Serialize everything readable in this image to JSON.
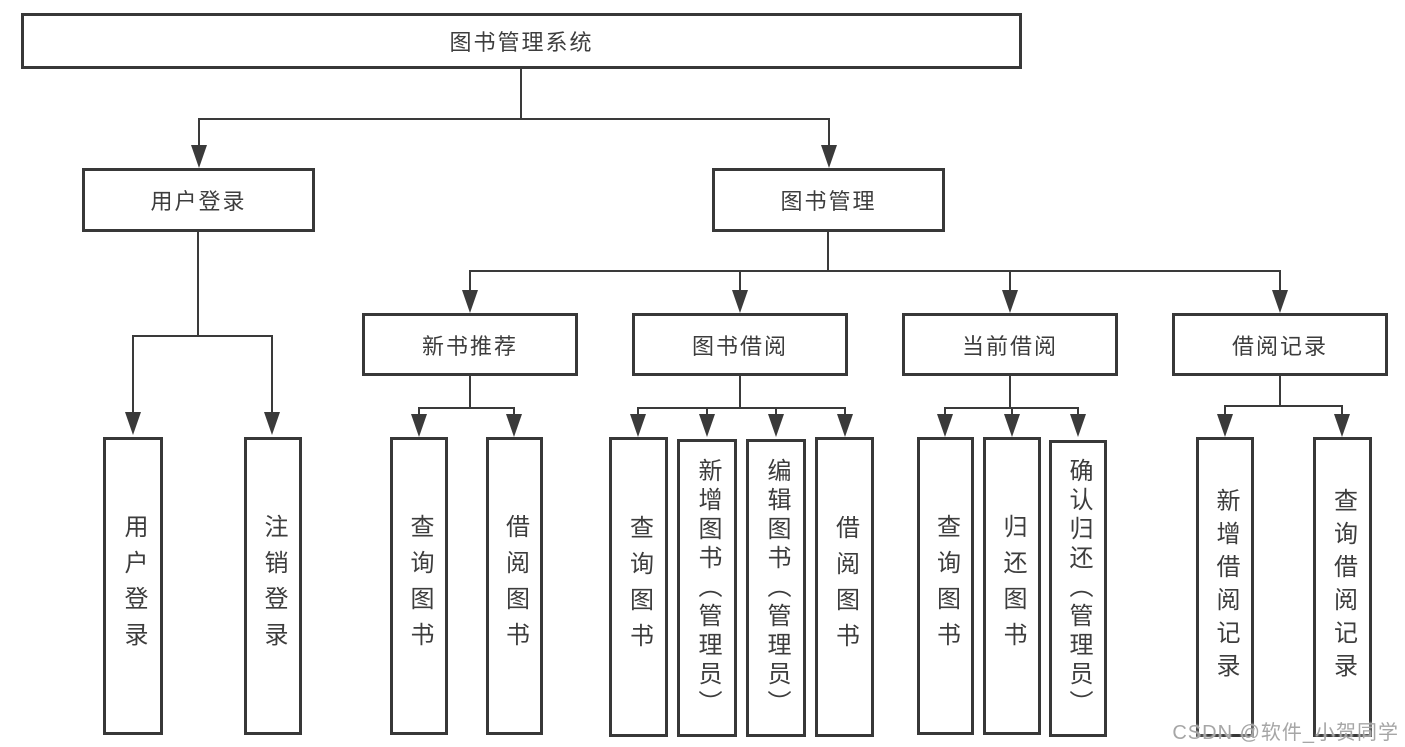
{
  "diagram": {
    "type": "tree",
    "nodes": {
      "root": "图书管理系统",
      "user_login": "用户登录",
      "book_management": "图书管理",
      "new_book_recommend": "新书推荐",
      "book_borrowing": "图书借阅",
      "current_borrowing": "当前借阅",
      "borrowing_records": "借阅记录",
      "leaf_user_login": "用户登录",
      "leaf_logout": "注销登录",
      "leaf_rec_query_books": "查询图书",
      "leaf_rec_borrow_books": "借阅图书",
      "leaf_bb_query_books": "查询图书",
      "leaf_bb_add_books": "新增图书（管理员）",
      "leaf_bb_edit_books": "编辑图书（管理员）",
      "leaf_bb_borrow_books": "借阅图书",
      "leaf_cb_query_books": "查询图书",
      "leaf_cb_return_books": "归还图书",
      "leaf_cb_confirm_return": "确认归还（管理员）",
      "leaf_br_add_record": "新增借阅记录",
      "leaf_br_query_record": "查询借阅记录"
    },
    "edges": [
      [
        "root",
        "user_login"
      ],
      [
        "root",
        "book_management"
      ],
      [
        "user_login",
        "leaf_user_login"
      ],
      [
        "user_login",
        "leaf_logout"
      ],
      [
        "book_management",
        "new_book_recommend"
      ],
      [
        "book_management",
        "book_borrowing"
      ],
      [
        "book_management",
        "current_borrowing"
      ],
      [
        "book_management",
        "borrowing_records"
      ],
      [
        "new_book_recommend",
        "leaf_rec_query_books"
      ],
      [
        "new_book_recommend",
        "leaf_rec_borrow_books"
      ],
      [
        "book_borrowing",
        "leaf_bb_query_books"
      ],
      [
        "book_borrowing",
        "leaf_bb_add_books"
      ],
      [
        "book_borrowing",
        "leaf_bb_edit_books"
      ],
      [
        "book_borrowing",
        "leaf_bb_borrow_books"
      ],
      [
        "current_borrowing",
        "leaf_cb_query_books"
      ],
      [
        "current_borrowing",
        "leaf_cb_return_books"
      ],
      [
        "current_borrowing",
        "leaf_cb_confirm_return"
      ],
      [
        "borrowing_records",
        "leaf_br_add_record"
      ],
      [
        "borrowing_records",
        "leaf_br_query_record"
      ]
    ]
  },
  "watermark": "CSDN @软件_小贺同学",
  "colors": {
    "line": "#3a3a3a",
    "border": "#383838",
    "text": "#3d3d3d",
    "background": "#ffffff",
    "watermark": "#a6a6a6"
  }
}
